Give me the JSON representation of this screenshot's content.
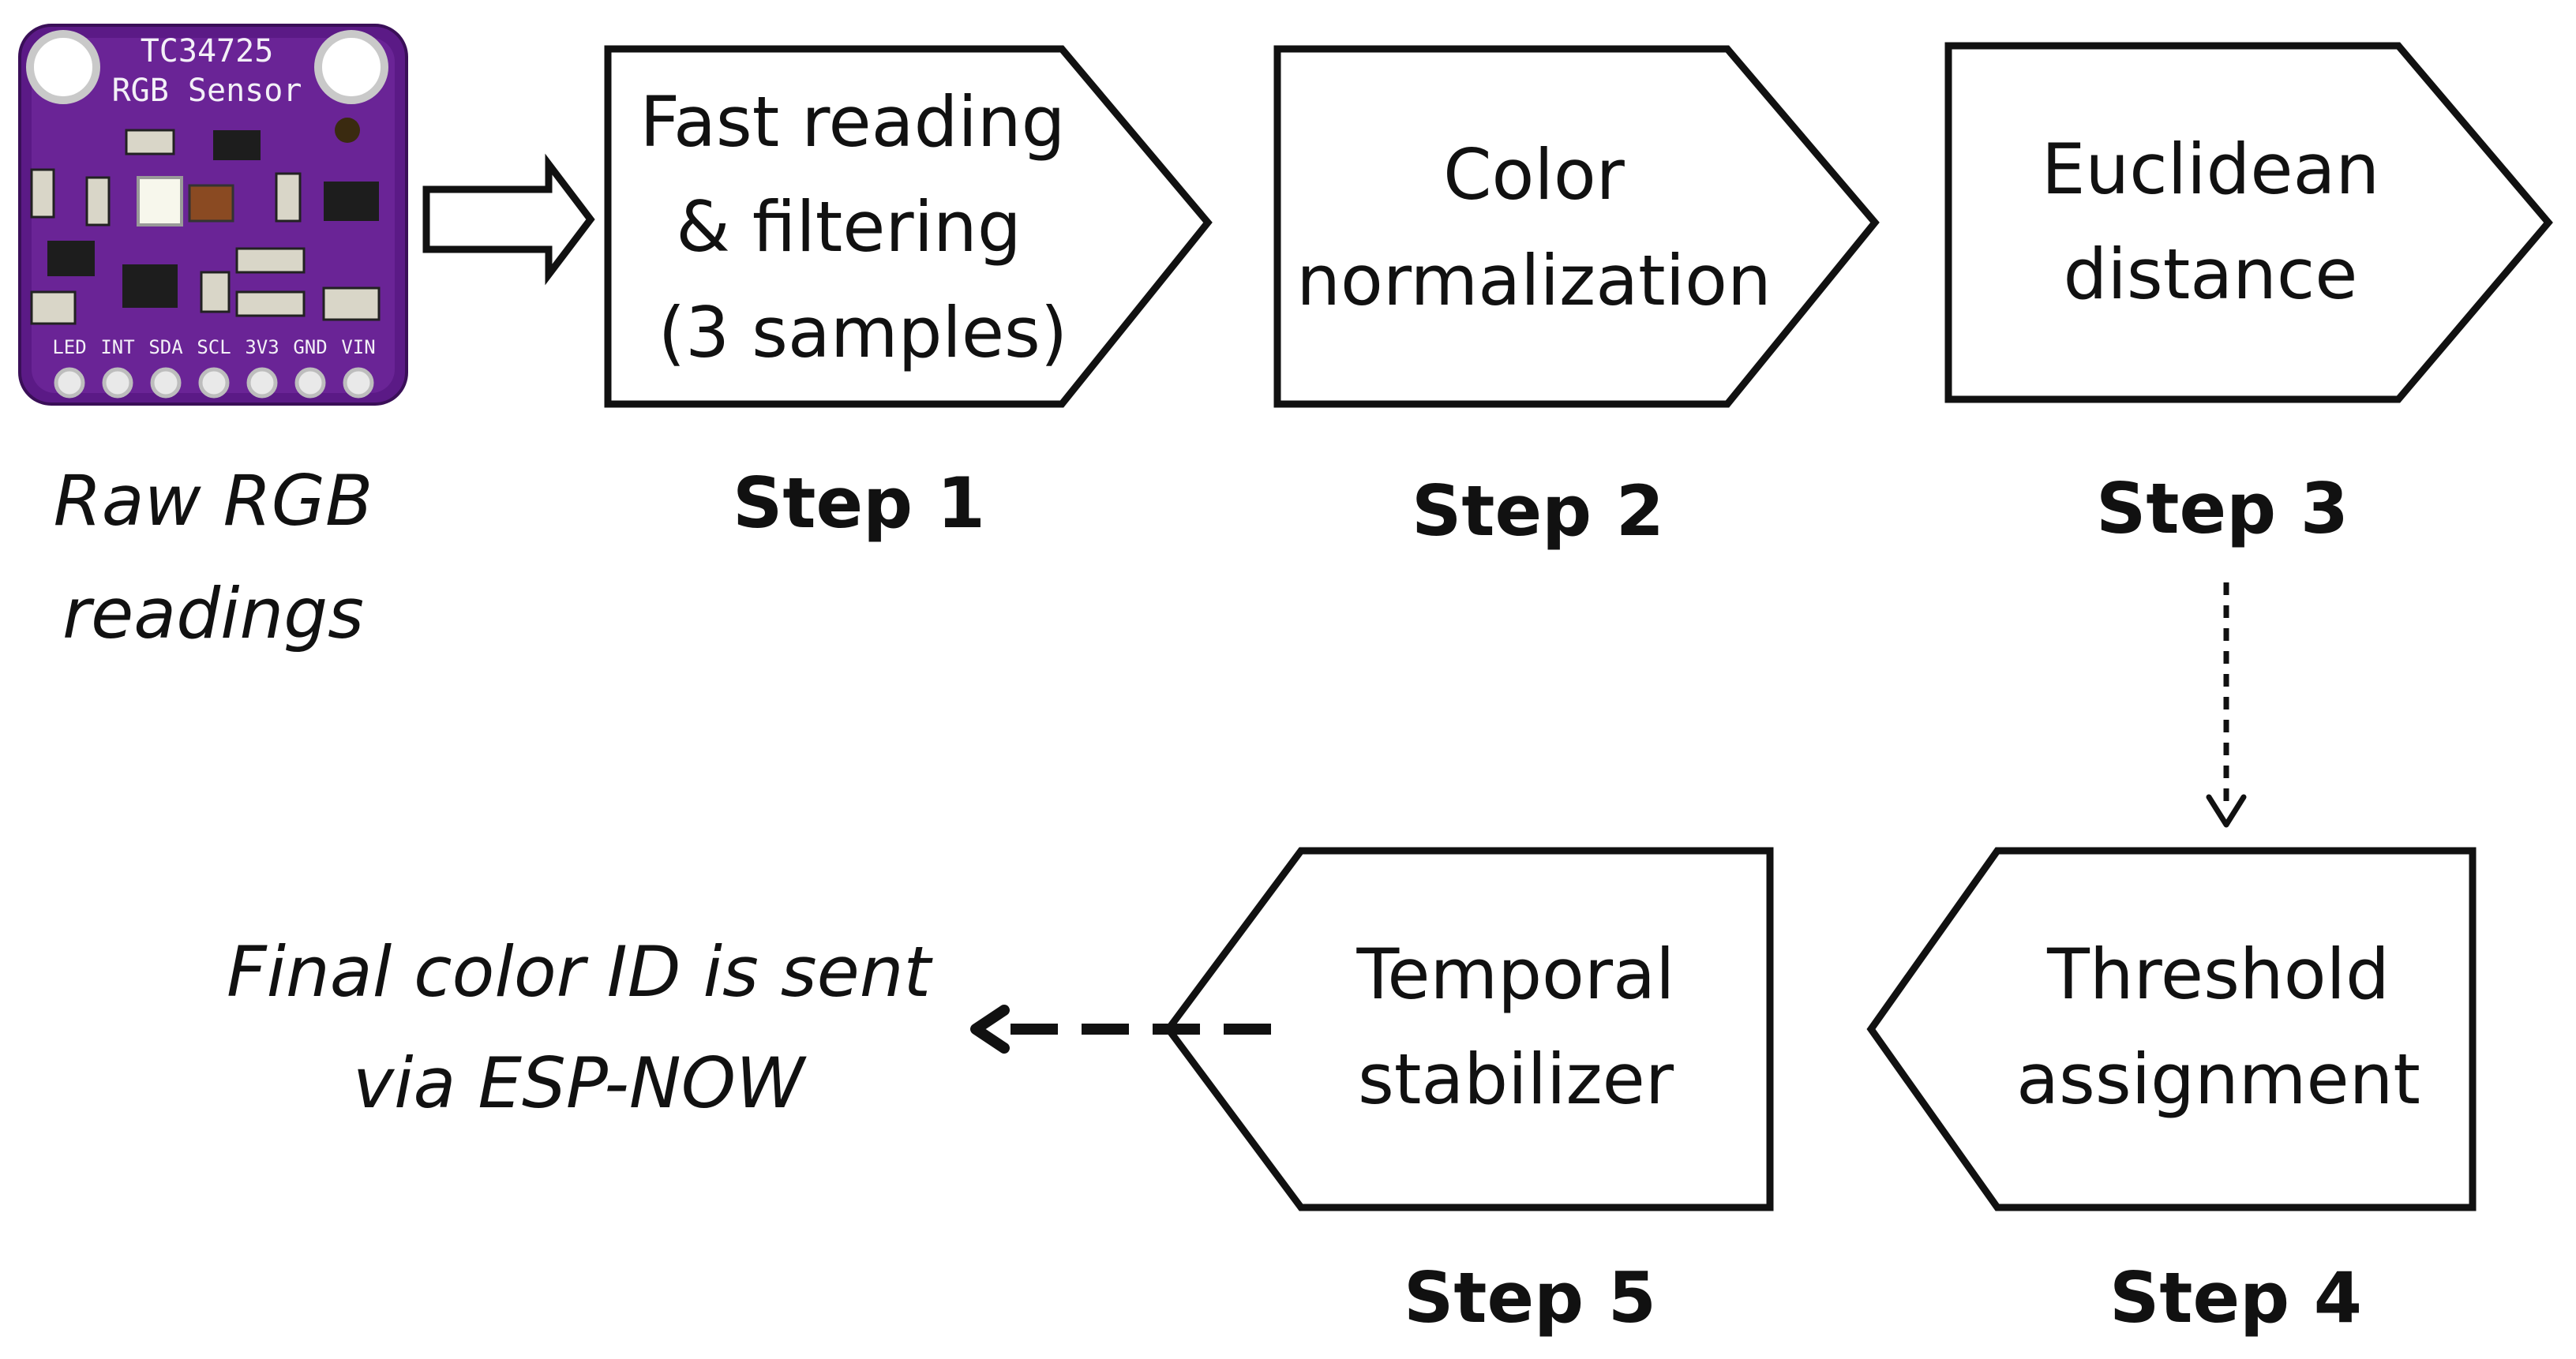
{
  "sensor": {
    "board_line1": "TC34725",
    "board_line2": "RGB Sensor",
    "pins": [
      "LED",
      "INT",
      "SDA",
      "SCL",
      "3V3",
      "GND",
      "VIN"
    ],
    "caption": [
      "Raw RGB",
      "readings"
    ],
    "board_color": "#5b1a86"
  },
  "steps": [
    {
      "step_label": "Step 1",
      "lines": [
        "Fast reading",
        "& filtering",
        "(3 samples)"
      ]
    },
    {
      "step_label": "Step 2",
      "lines": [
        "Color",
        "normalization"
      ]
    },
    {
      "step_label": "Step 3",
      "lines": [
        "Euclidean",
        "distance"
      ]
    },
    {
      "step_label": "Step 4",
      "lines": [
        "Threshold",
        "assignment"
      ]
    },
    {
      "step_label": "Step 5",
      "lines": [
        "Temporal",
        "stabilizer"
      ]
    }
  ],
  "output": {
    "lines": [
      "Final color ID is sent",
      "via ESP-NOW"
    ]
  },
  "colors": {
    "stroke": "#111111",
    "background": "#ffffff"
  }
}
